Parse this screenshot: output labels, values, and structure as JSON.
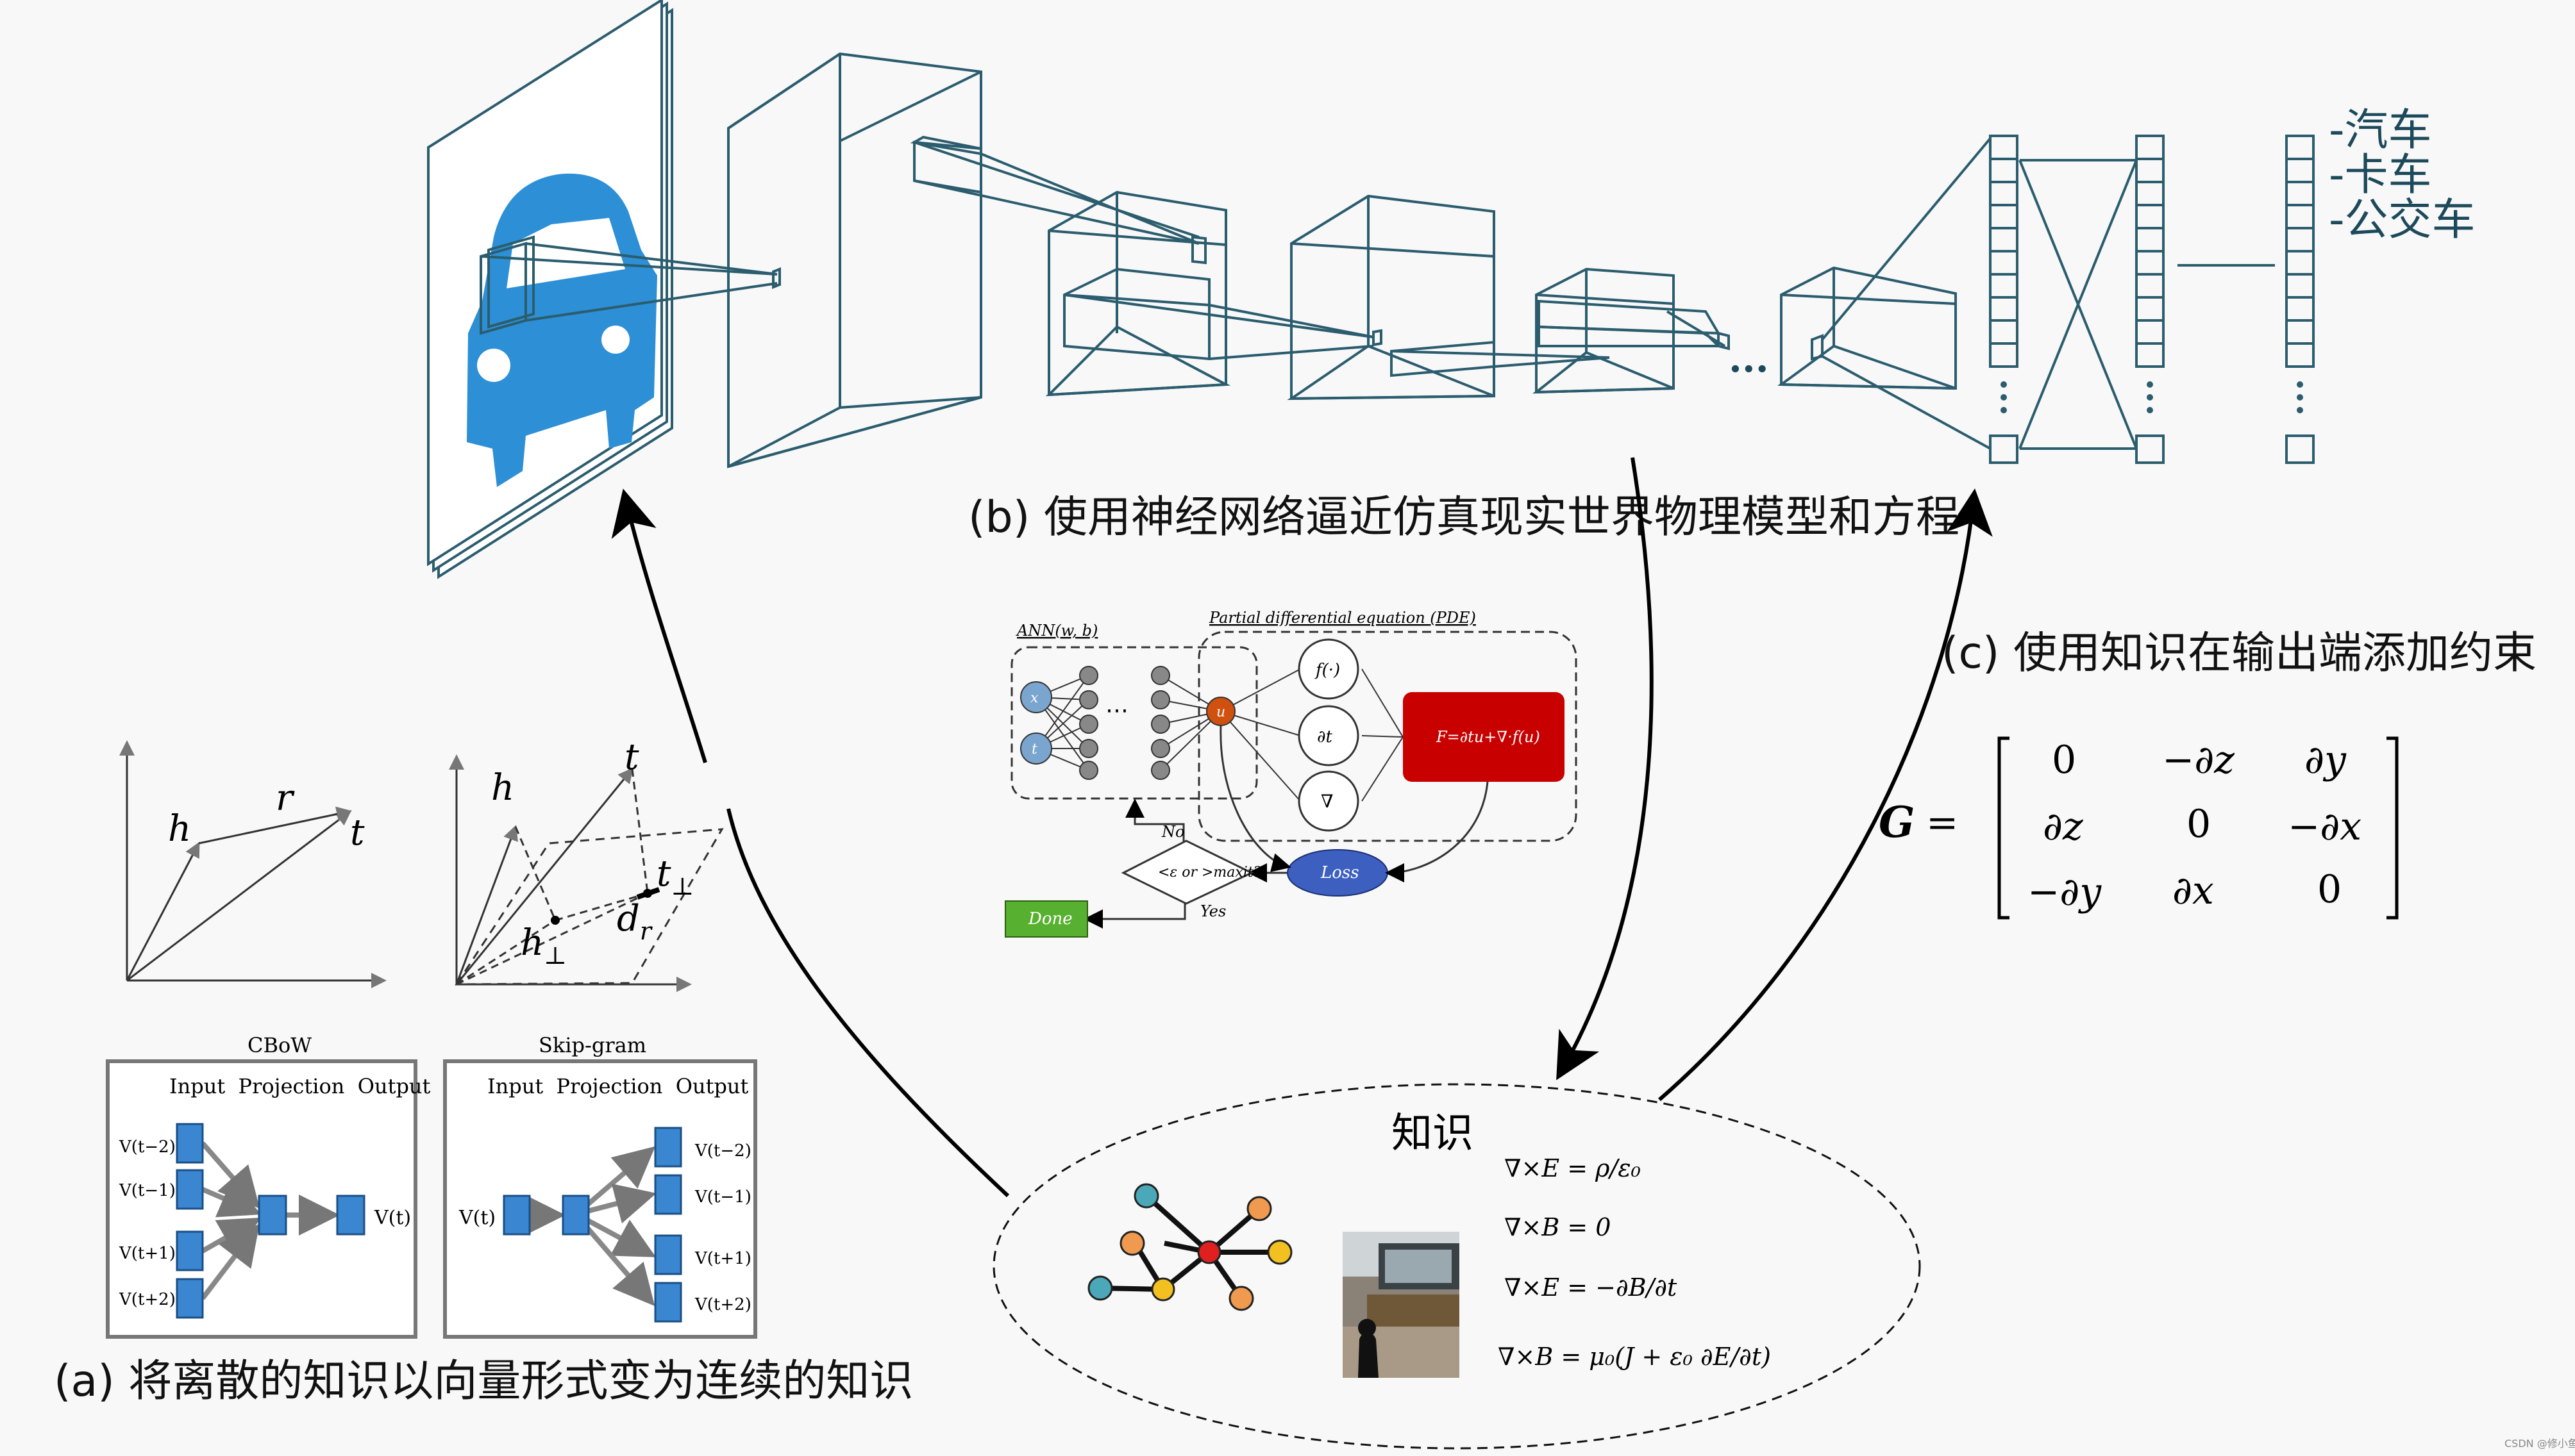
{
  "captions": {
    "a": "(a) 将离散的知识以向量形式变为连续的知识",
    "b": "(b) 使用神经网络逼近仿真现实世界物理模型和方程",
    "c": "(c) 使用知识在输出端添加约束"
  },
  "outputs": [
    "-汽车",
    "-卡车",
    "-公交车"
  ],
  "ellipsis_dots": "...",
  "vector_plots": {
    "left": {
      "h": "h",
      "r": "r",
      "t": "t"
    },
    "right": {
      "h": "h",
      "t": "t",
      "t_perp": "t",
      "perp": "⊥",
      "h_perp": "h",
      "d_r": "d",
      "r_sub": "r"
    }
  },
  "word2vec": {
    "cbow": {
      "title": "CBoW",
      "header": "Input  Projection  Output",
      "inputs": [
        "V(t−2)",
        "V(t−1)",
        "V(t+1)",
        "V(t+2)"
      ],
      "output": "V(t)"
    },
    "skipgram": {
      "title": "Skip-gram",
      "header": "Input  Projection  Output",
      "input": "V(t)",
      "outputs": [
        "V(t−2)",
        "V(t−1)",
        "V(t+1)",
        "V(t+2)"
      ]
    }
  },
  "pinn": {
    "ann_label": "ANN(w, b)",
    "pde_label": "Partial differential equation (PDE)",
    "inputs": [
      "x",
      "t"
    ],
    "dots": "⋯",
    "u": "u",
    "operators": [
      "f(·)",
      "∂t",
      "∇"
    ],
    "residual": "F=∂tu+∇·f(u)",
    "loss": "Loss",
    "decision": "<ε or >maxit?",
    "no": "No",
    "yes": "Yes",
    "done": "Done"
  },
  "matrix": {
    "lhs": "G",
    "eq": "=",
    "rows": [
      [
        "0",
        "−∂z",
        "∂y"
      ],
      [
        "∂z",
        "0",
        "−∂x"
      ],
      [
        "−∂y",
        "∂x",
        "0"
      ]
    ]
  },
  "knowledge": {
    "title": "知识",
    "equations": [
      "∇×E = ρ/ε₀",
      "∇×B = 0",
      "∇×E = −∂B/∂t",
      "∇×B = μ₀(J + ε₀ ∂E/∂t)"
    ]
  },
  "watermark": "CSDN @修小鱼",
  "colors": {
    "cnn": "#2b5d6e",
    "car": "#2d8fd5",
    "red_box": "#c80000",
    "loss": "#3c5fc0",
    "done": "#58b030",
    "u_node": "#d05010",
    "input_node": "#7aa5cf"
  }
}
